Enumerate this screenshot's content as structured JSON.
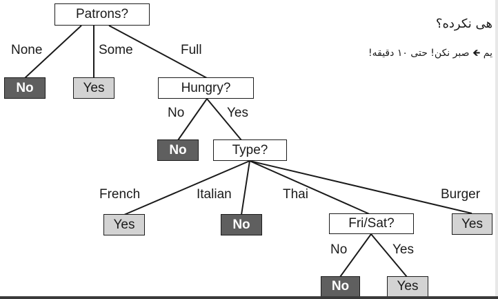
{
  "rtl_text": {
    "line1": "هی نکرده؟",
    "line2_arrow": "🡸",
    "line2_prefix": "یم",
    "line2_rest": "صبر نکن! حتی ۱۰ دقیقه!"
  },
  "tree": {
    "nodes": {
      "patrons": "Patrons?",
      "hungry": "Hungry?",
      "type": "Type?",
      "frisat": "Fri/Sat?",
      "leaf_none": "No",
      "leaf_some": "Yes",
      "leaf_hungry_no": "No",
      "leaf_french": "Yes",
      "leaf_italian": "No",
      "leaf_burger": "Yes",
      "leaf_frisat_no": "No",
      "leaf_frisat_yes": "Yes"
    },
    "edges": {
      "none": "None",
      "some": "Some",
      "full": "Full",
      "hungry_no": "No",
      "hungry_yes": "Yes",
      "french": "French",
      "italian": "Italian",
      "thai": "Thai",
      "burger": "Burger",
      "frisat_no": "No",
      "frisat_yes": "Yes"
    }
  },
  "colors": {
    "no_leaf": "#5f5f5f",
    "yes_leaf": "#d3d3d3",
    "line": "#1a1a1a"
  }
}
